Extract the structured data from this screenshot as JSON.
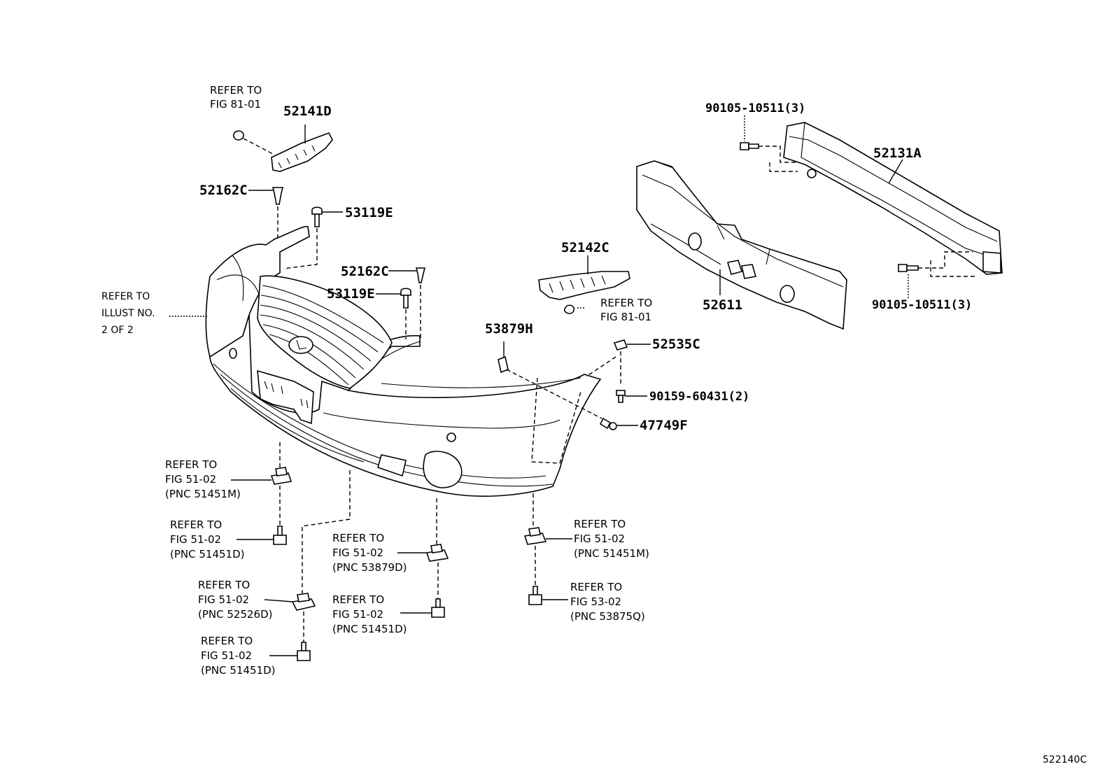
{
  "diagram": {
    "figure_code": "522140C",
    "labels": {
      "p52141D": "52141D",
      "p52162C_a": "52162C",
      "p53119E_a": "53119E",
      "p52162C_b": "52162C",
      "p53119E_b": "53119E",
      "p52142C": "52142C",
      "p53879H": "53879H",
      "p52535C": "52535C",
      "p90159": "90159-60431(2)",
      "p47749F": "47749F",
      "p52611": "52611",
      "p52131A": "52131A",
      "p90105_top": "90105-10511(3)",
      "p90105_bot": "90105-10511(3)"
    },
    "refs": {
      "r8101_top": [
        "REFER TO",
        "FIG 81-01"
      ],
      "r8101_mid": [
        "REFER TO",
        "FIG 81-01"
      ],
      "rIllust": [
        "REFER TO",
        "ILLUST NO.",
        "2 OF 2"
      ],
      "r51451M_l": [
        "REFER TO",
        "FIG 51-02",
        "(PNC 51451M)"
      ],
      "r51451D_l": [
        "REFER TO",
        "FIG 51-02",
        "(PNC 51451D)"
      ],
      "r52526D": [
        "REFER TO",
        "FIG 51-02",
        "(PNC 52526D)"
      ],
      "r51451D_b": [
        "REFER TO",
        "FIG 51-02",
        "(PNC 51451D)"
      ],
      "r53879D": [
        "REFER TO",
        "FIG 51-02",
        "(PNC 53879D)"
      ],
      "r51451D_c": [
        "REFER TO",
        "FIG 51-02",
        "(PNC 51451D)"
      ],
      "r51451M_r": [
        "REFER TO",
        "FIG 51-02",
        "(PNC 51451M)"
      ],
      "r53875Q": [
        "REFER TO",
        "FIG 53-02",
        "(PNC 53875Q)"
      ]
    }
  }
}
